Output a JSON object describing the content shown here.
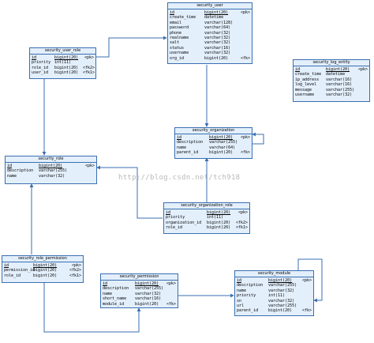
{
  "diagram": {
    "watermark": "http://blog.csdn.net/tch918",
    "entities": {
      "user": {
        "title": "security_user",
        "rows": [
          {
            "name": "id",
            "type": "bigint(20)",
            "key": "<pk>"
          },
          {
            "name": "create_time",
            "type": "datetime",
            "key": ""
          },
          {
            "name": "email",
            "type": "varchar(128)",
            "key": ""
          },
          {
            "name": "password",
            "type": "varchar(64)",
            "key": ""
          },
          {
            "name": "phone",
            "type": "varchar(32)",
            "key": ""
          },
          {
            "name": "realname",
            "type": "varchar(32)",
            "key": ""
          },
          {
            "name": "salt",
            "type": "varchar(32)",
            "key": ""
          },
          {
            "name": "status",
            "type": "varchar(16)",
            "key": ""
          },
          {
            "name": "username",
            "type": "varchar(32)",
            "key": ""
          },
          {
            "name": "org_id",
            "type": "bigint(20)",
            "key": "<fk>"
          }
        ]
      },
      "user_role": {
        "title": "security_user_role",
        "rows": [
          {
            "name": "id",
            "type": "bigint(20)",
            "key": "<pk>"
          },
          {
            "name": "priority",
            "type": "int(11)",
            "key": ""
          },
          {
            "name": "role_id",
            "type": "bigint(20)",
            "key": "<fk2>"
          },
          {
            "name": "user_id",
            "type": "bigint(20)",
            "key": "<fk1>"
          }
        ]
      },
      "log_entity": {
        "title": "security_log_entity",
        "rows": [
          {
            "name": "id",
            "type": "bigint(20)",
            "key": "<pk>"
          },
          {
            "name": "create_time",
            "type": "datetime",
            "key": ""
          },
          {
            "name": "ip_address",
            "type": "varchar(16)",
            "key": ""
          },
          {
            "name": "log_level",
            "type": "varchar(16)",
            "key": ""
          },
          {
            "name": "message",
            "type": "varchar(255)",
            "key": ""
          },
          {
            "name": "username",
            "type": "varchar(32)",
            "key": ""
          }
        ]
      },
      "organization": {
        "title": "security_organization",
        "rows": [
          {
            "name": "id",
            "type": "bigint(20)",
            "key": "<pk>"
          },
          {
            "name": "description",
            "type": "varchar(255)",
            "key": ""
          },
          {
            "name": "name",
            "type": "varchar(64)",
            "key": ""
          },
          {
            "name": "parent_id",
            "type": "bigint(20)",
            "key": "<fk>"
          }
        ]
      },
      "role": {
        "title": "security_role",
        "rows": [
          {
            "name": "id",
            "type": "bigint(20)",
            "key": "<pk>"
          },
          {
            "name": "description",
            "type": "varchar(255)",
            "key": ""
          },
          {
            "name": "name",
            "type": "varchar(32)",
            "key": ""
          }
        ]
      },
      "organization_role": {
        "title": "security_organization_role",
        "rows": [
          {
            "name": "id",
            "type": "bigint(20)",
            "key": "<pk>"
          },
          {
            "name": "priority",
            "type": "int(11)",
            "key": ""
          },
          {
            "name": "organization_id",
            "type": "bigint(20)",
            "key": "<fk2>"
          },
          {
            "name": "role_id",
            "type": "bigint(20)",
            "key": "<fk1>"
          }
        ]
      },
      "role_permission": {
        "title": "security_role_permission",
        "rows": [
          {
            "name": "id",
            "type": "bigint(20)",
            "key": "<pk>"
          },
          {
            "name": "permission_id",
            "type": "bigint(20)",
            "key": "<fk2>"
          },
          {
            "name": "role_id",
            "type": "bigint(20)",
            "key": "<fk1>"
          }
        ]
      },
      "permission": {
        "title": "security_permission",
        "rows": [
          {
            "name": "id",
            "type": "bigint(20)",
            "key": "<pk>"
          },
          {
            "name": "description",
            "type": "varchar(255)",
            "key": ""
          },
          {
            "name": "name",
            "type": "varchar(32)",
            "key": ""
          },
          {
            "name": "short_name",
            "type": "varchar(16)",
            "key": ""
          },
          {
            "name": "module_id",
            "type": "bigint(20)",
            "key": "<fk>"
          }
        ]
      },
      "module": {
        "title": "security_module",
        "rows": [
          {
            "name": "id",
            "type": "bigint(20)",
            "key": "<pk>"
          },
          {
            "name": "description",
            "type": "varchar(255)",
            "key": ""
          },
          {
            "name": "name",
            "type": "varchar(32)",
            "key": ""
          },
          {
            "name": "priority",
            "type": "int(11)",
            "key": ""
          },
          {
            "name": "sn",
            "type": "varchar(32)",
            "key": ""
          },
          {
            "name": "url",
            "type": "varchar(255)",
            "key": ""
          },
          {
            "name": "parent_id",
            "type": "bigint(20)",
            "key": "<fk>"
          }
        ]
      }
    }
  }
}
